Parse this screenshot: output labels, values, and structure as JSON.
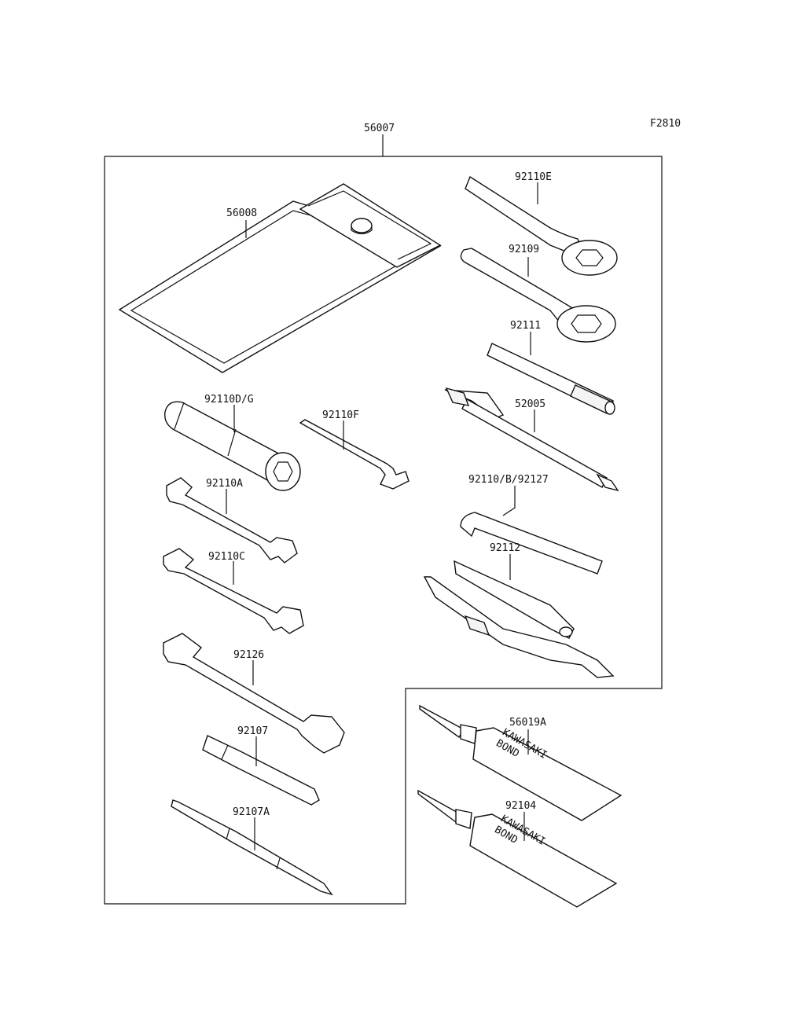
{
  "figure_code": "F2810",
  "parts": {
    "kit": "56007",
    "bag": "56008",
    "wrench_e": "92110E",
    "wrench_92109": "92109",
    "bar_92111": "92111",
    "gauge_52005": "52005",
    "box_wrench_dg": "92110D/G",
    "wrench_f": "92110F",
    "wrench_a": "92110A",
    "hex_key": "92110/B/92127",
    "wrench_c": "92110C",
    "pliers": "92112",
    "wrench_92126": "92126",
    "screwdriver_grip": "92107",
    "screwdriver": "92107A",
    "bond_56019a": "56019A",
    "bond_92104": "92104"
  },
  "tube_print": {
    "line1": "KAWASAKI",
    "line2": "BOND"
  }
}
